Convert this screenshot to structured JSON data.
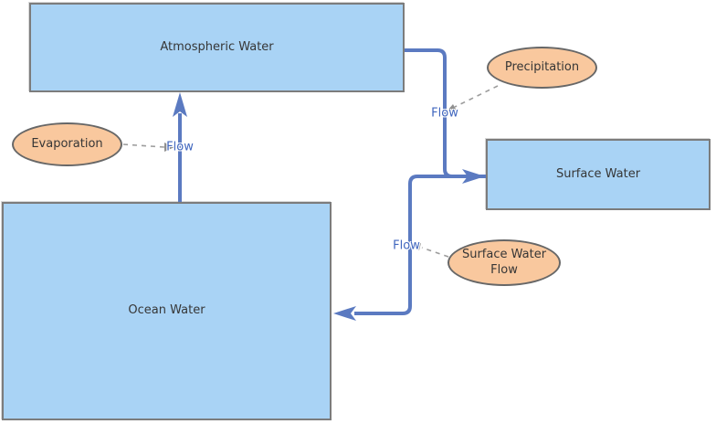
{
  "nodes": {
    "atmospheric_water": {
      "label": "Atmospheric Water",
      "shape": "rectangle"
    },
    "surface_water": {
      "label": "Surface Water",
      "shape": "rectangle"
    },
    "ocean_water": {
      "label": "Ocean Water",
      "shape": "rectangle"
    },
    "evaporation": {
      "label": "Evaporation",
      "shape": "ellipse"
    },
    "precipitation": {
      "label": "Precipitation",
      "shape": "ellipse"
    },
    "surface_water_flow": {
      "label": "Surface Water Flow",
      "shape": "ellipse"
    }
  },
  "edges": {
    "ocean_to_atmospheric": {
      "label": "Flow",
      "from": "Ocean Water",
      "to": "Atmospheric Water",
      "annotation": "Evaporation"
    },
    "atmospheric_to_surface": {
      "label": "Flow",
      "from": "Atmospheric Water",
      "to": "Surface Water",
      "annotation": "Precipitation"
    },
    "surface_to_ocean": {
      "label": "Flow",
      "from": "Surface Water",
      "to": "Ocean Water",
      "annotation": "Surface Water Flow"
    }
  },
  "colors": {
    "process_fill": "#A9D3F5",
    "process_border": "#7C7C7C",
    "annotation_fill": "#F9C89E",
    "annotation_border": "#676767",
    "connector": "#5B7AC1",
    "connector_label": "#4066BE",
    "annotation_connector": "#9C9C9C",
    "background": "#FFFFFF"
  }
}
